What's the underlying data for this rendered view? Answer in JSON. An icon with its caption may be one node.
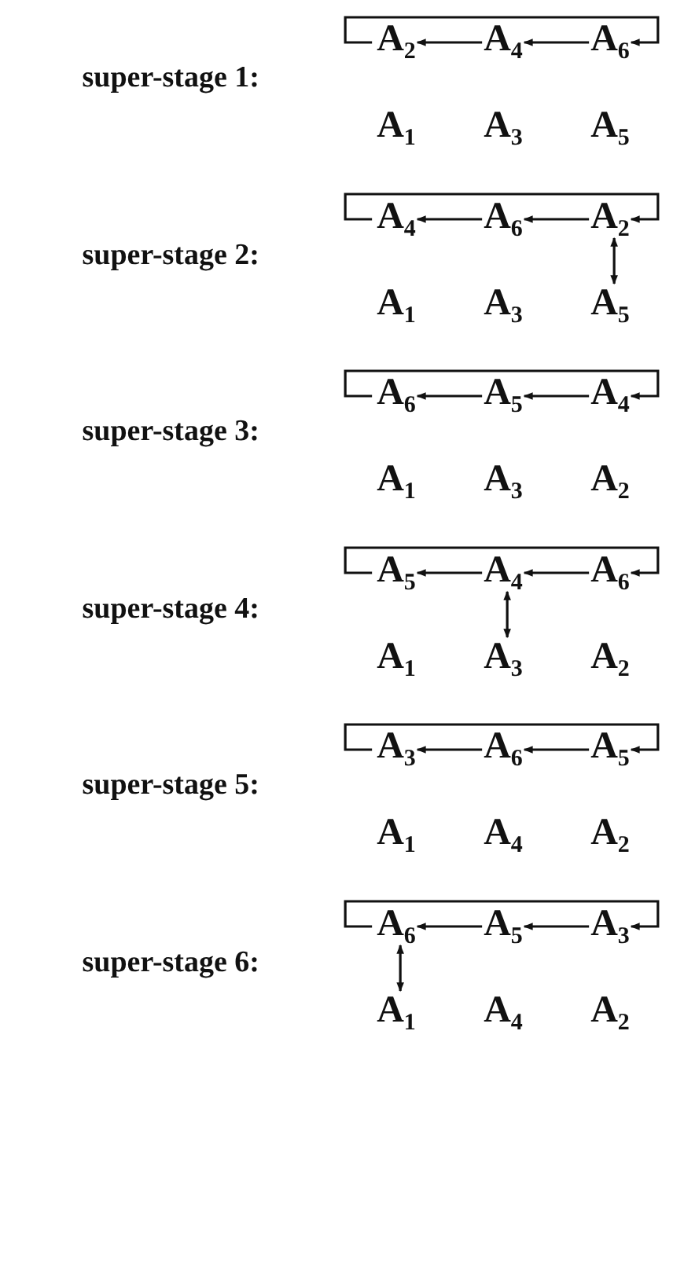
{
  "diagram": {
    "nodes": [
      {
        "text": [
          "A$_{2}$"
        ]
      },
      {
        "text": [
          "A$_{4}$"
        ]
      },
      {
        "text": [
          "A$_{6}$"
        ]
      },
      {
        "text": [
          "A$_{1}$"
        ]
      },
      {
        "text": [
          "A$_{3}$"
        ]
      },
      {
        "text": [
          "A$_{5}$"
        ]
      },
      {
        "text": [
          "A$_{4}$"
        ]
      },
      {
        "text": [
          "A$_{6}$"
        ]
      },
      {
        "text": [
          "A$_{2}$"
        ]
      },
      {
        "text": [
          "A$_{1}$"
        ]
      },
      {
        "text": [
          "A$_{3}$"
        ]
      },
      {
        "text": [
          "A$_{5}$"
        ]
      },
      {
        "text": [
          "A$_{6}$"
        ]
      },
      {
        "text": [
          "A$_{5}$"
        ]
      },
      {
        "text": [
          "A$_{4}$"
        ]
      },
      {
        "text": [
          "A$_{1}$"
        ]
      },
      {
        "text": [
          "A$_{3}$"
        ]
      },
      {
        "text": [
          "A$_{2}$"
        ]
      },
      {
        "text": [
          "A$_{5}$"
        ]
      },
      {
        "text": [
          "A$_{4}$"
        ]
      },
      {
        "text": [
          "A$_{6}$"
        ]
      },
      {
        "text": [
          "A$_{1}$"
        ]
      },
      {
        "text": [
          "A$_{3}$"
        ]
      },
      {
        "text": [
          "A$_{2}$"
        ]
      },
      {
        "text": [
          "A$_{3}$"
        ]
      },
      {
        "text": [
          "A$_{6}$"
        ]
      },
      {
        "text": [
          "A$_{5}$"
        ]
      },
      {
        "text": [
          "A$_{1}$"
        ]
      },
      {
        "text": [
          "A$_{4}$"
        ]
      },
      {
        "text": [
          "A$_{2}$"
        ]
      },
      {
        "text": [
          "A$_{6}$"
        ]
      },
      {
        "text": [
          "A$_{5}$"
        ]
      },
      {
        "text": [
          "A$_{3}$"
        ]
      },
      {
        "text": [
          "A$_{1}$"
        ]
      },
      {
        "text": [
          "A$_{4}$"
        ]
      },
      {
        "text": [
          "A$_{2}$"
        ]
      }
    ],
    "edges": [
      {
        "from": 1,
        "to": 0,
        "arrow": "to"
      },
      {
        "from": 2,
        "to": 1,
        "arrow": "to"
      },
      {
        "from": 0,
        "to": 2,
        "arrow": "to"
      },
      {
        "from": 7,
        "to": 6,
        "arrow": "to"
      },
      {
        "from": 8,
        "to": 7,
        "arrow": "to"
      },
      {
        "from": 6,
        "to": 8,
        "arrow": "to"
      },
      {
        "from": 8,
        "to": 11,
        "arrow": "both"
      },
      {
        "from": 13,
        "to": 12,
        "arrow": "to"
      },
      {
        "from": 14,
        "to": 13,
        "arrow": "to"
      },
      {
        "from": 12,
        "to": 14,
        "arrow": "to"
      },
      {
        "from": 19,
        "to": 18,
        "arrow": "to"
      },
      {
        "from": 20,
        "to": 19,
        "arrow": "to"
      },
      {
        "from": 18,
        "to": 20,
        "arrow": "to"
      },
      {
        "from": 19,
        "to": 22,
        "arrow": "both"
      },
      {
        "from": 25,
        "to": 24,
        "arrow": "to"
      },
      {
        "from": 26,
        "to": 25,
        "arrow": "to"
      },
      {
        "from": 24,
        "to": 26,
        "arrow": "to"
      },
      {
        "from": 31,
        "to": 30,
        "arrow": "to"
      },
      {
        "from": 32,
        "to": 31,
        "arrow": "to"
      },
      {
        "from": 30,
        "to": 32,
        "arrow": "to"
      },
      {
        "from": 30,
        "to": 33,
        "arrow": "both"
      }
    ],
    "labels": [
      "super-stage 1:",
      "super-stage 2:",
      "super-stage 3:",
      "super-stage 4:",
      "super-stage 5:",
      "super-stage 6:"
    ]
  }
}
